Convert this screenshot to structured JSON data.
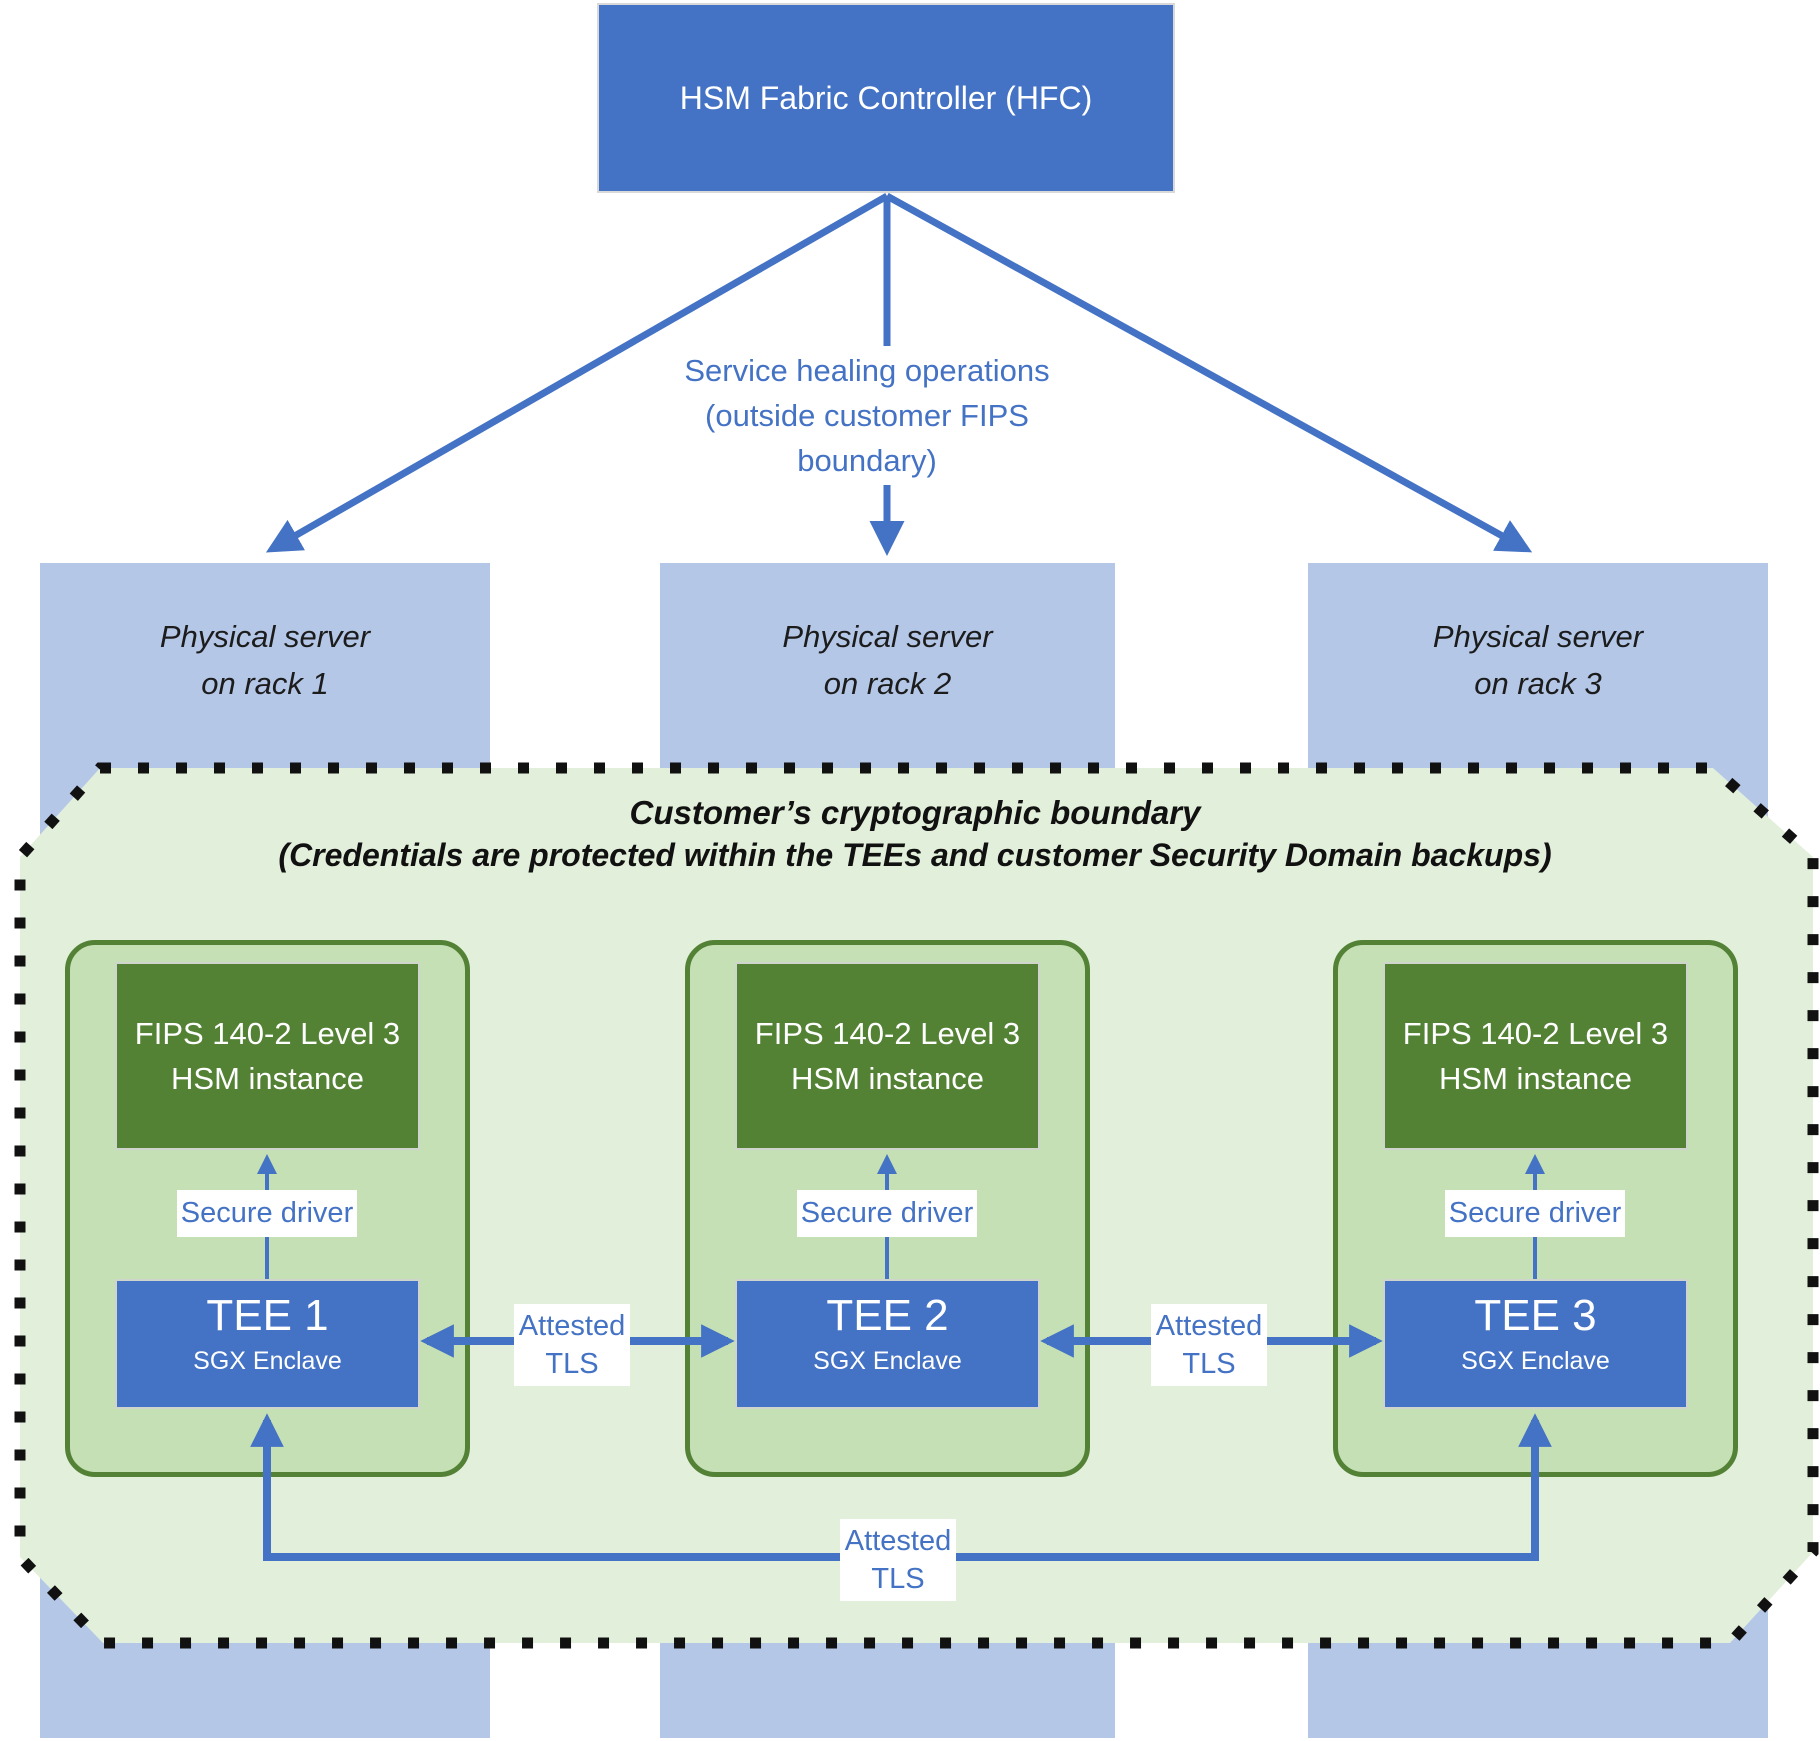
{
  "controller": {
    "label": "HSM Fabric Controller (HFC)"
  },
  "healing": {
    "line1": "Service healing operations",
    "line2": "(outside customer FIPS boundary)"
  },
  "servers": [
    {
      "line1": "Physical server",
      "line2": "on rack 1"
    },
    {
      "line1": "Physical server",
      "line2": "on rack 2"
    },
    {
      "line1": "Physical server",
      "line2": "on rack 3"
    }
  ],
  "boundary": {
    "title": "Customer’s cryptographic boundary",
    "subtitle": "(Credentials are protected within the TEEs and customer Security Domain backups)"
  },
  "groups": [
    {
      "hsm_line1": "FIPS 140-2 Level 3",
      "hsm_line2": "HSM instance",
      "driver": "Secure driver",
      "tee": "TEE 1",
      "enclave": "SGX Enclave"
    },
    {
      "hsm_line1": "FIPS 140-2 Level 3",
      "hsm_line2": "HSM instance",
      "driver": "Secure driver",
      "tee": "TEE 2",
      "enclave": "SGX Enclave"
    },
    {
      "hsm_line1": "FIPS 140-2 Level 3",
      "hsm_line2": "HSM instance",
      "driver": "Secure driver",
      "tee": "TEE 3",
      "enclave": "SGX Enclave"
    }
  ],
  "links": {
    "attested_1_2": {
      "line1": "Attested",
      "line2": "TLS"
    },
    "attested_2_3": {
      "line1": "Attested",
      "line2": "TLS"
    },
    "attested_1_3": {
      "line1": "Attested",
      "line2": "TLS"
    }
  },
  "colors": {
    "primary_blue": "#4472C4",
    "rack_light_blue": "#B4C7E7",
    "boundary_fill_green": "#E2EFDA",
    "group_fill_green": "#C5E0B4",
    "group_border_green": "#538135",
    "hsm_dark_green": "#548235",
    "label_text_blue": "#4472C4",
    "boundary_dot_black": "#111111",
    "text_white": "#ffffff",
    "text_black": "#1c1c1c"
  }
}
